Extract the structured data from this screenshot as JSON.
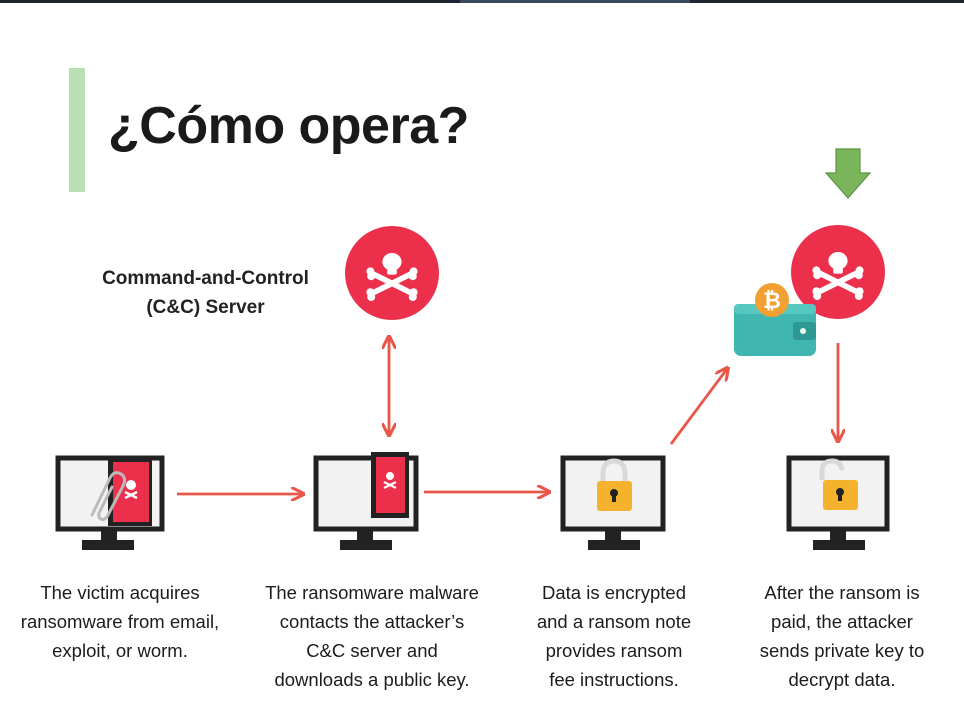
{
  "slide": {
    "title": "¿Cómo opera?"
  },
  "server": {
    "label_lines": [
      "Command-and-Control",
      "(C&C) Server"
    ]
  },
  "steps": [
    {
      "lines": [
        "The victim acquires",
        "ransomware from email,",
        "exploit, or worm."
      ]
    },
    {
      "lines": [
        "The ransomware malware",
        "contacts the attacker’s",
        "C&C server and",
        "downloads a public key."
      ]
    },
    {
      "lines": [
        "Data is encrypted",
        "and a ransom note",
        "provides ransom",
        "fee instructions."
      ]
    },
    {
      "lines": [
        "After the ransom is",
        "paid, the attacker",
        "sends private key to",
        "decrypt data."
      ]
    }
  ],
  "colors": {
    "accent_bar": "#b9e0b2",
    "skull_badge": "#ec2f4b",
    "arrow": "#e8574a",
    "wallet": "#3fb7b0",
    "bitcoin": "#f2a033",
    "lock": "#f5b32d",
    "highlight_arrow": "#7ab55c"
  },
  "icons": [
    "skull-crossbones-icon",
    "monitor-icon",
    "paperclip-icon",
    "padlock-icon",
    "wallet-icon",
    "bitcoin-icon",
    "down-arrow-icon"
  ]
}
